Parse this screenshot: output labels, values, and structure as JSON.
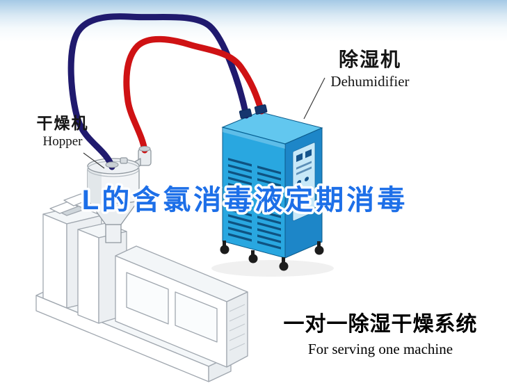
{
  "labels": {
    "dehumidifier_zh": "除湿机",
    "dehumidifier_en": "Dehumidifier",
    "hopper_zh": "干燥机",
    "hopper_en": "Hopper",
    "watermark": "L的含氯消毒液定期消毒",
    "caption_zh": "一对一除湿干燥系统",
    "caption_en": "For serving one machine"
  },
  "colors": {
    "machine_front_blue": "#29a7e0",
    "machine_side_blue": "#1d86c8",
    "machine_top_blue": "#62c7ef",
    "pipe_navy": "#201a6e",
    "pipe_red": "#cf1214",
    "watermark_blue": "#1d6fe8",
    "outline_gray": "#a0a7af"
  }
}
